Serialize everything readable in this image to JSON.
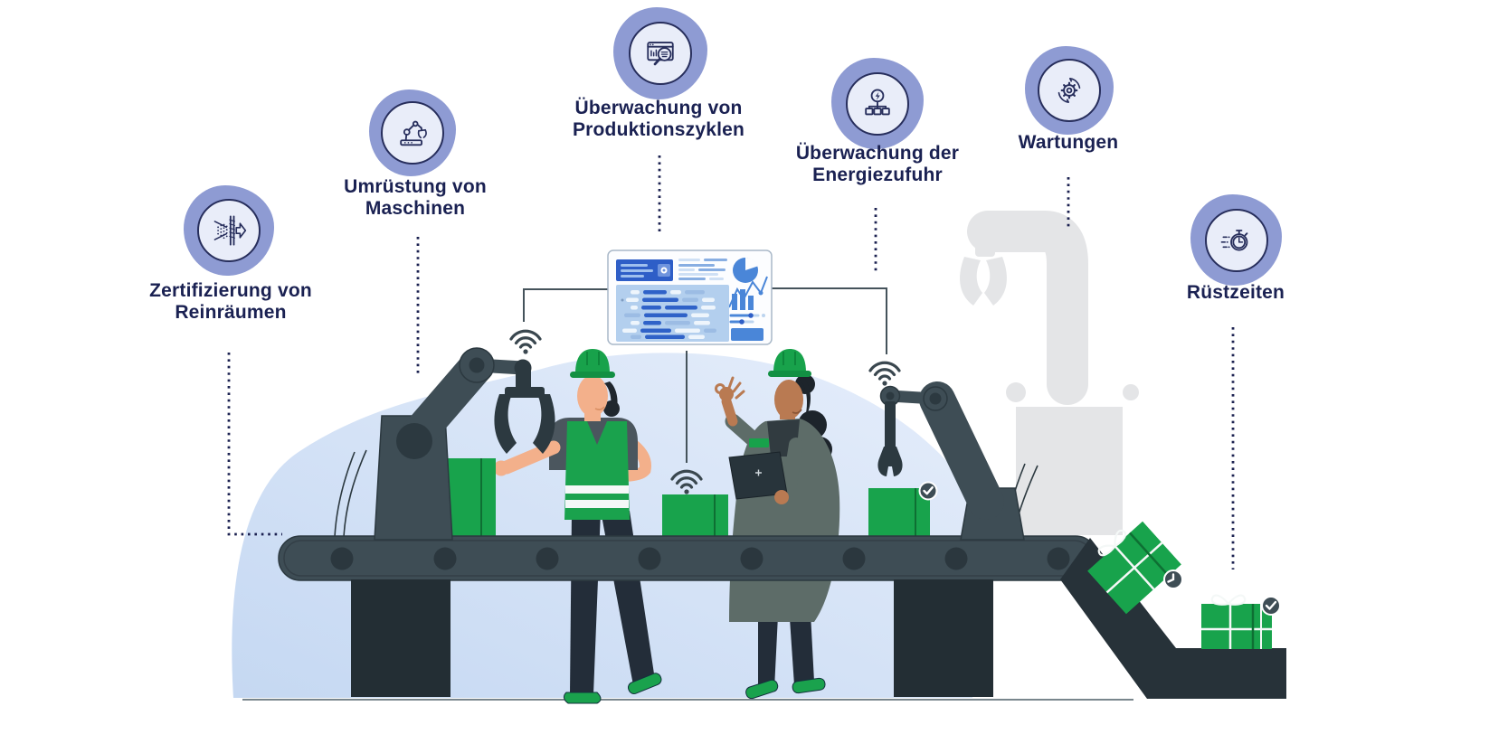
{
  "diagram": {
    "title_hidden": "",
    "items": [
      {
        "id": "zertifizierung",
        "label": "Zertifizierung von\nReinräumen",
        "icon": "air-filter-icon"
      },
      {
        "id": "umruestung",
        "label": "Umrüstung von\nMaschinen",
        "icon": "robot-arm-icon"
      },
      {
        "id": "produktionszyklen",
        "label": "Überwachung von\nProduktionszyklen",
        "icon": "monitor-magnifier-icon"
      },
      {
        "id": "energiezufuhr",
        "label": "Überwachung der\nEnergiezufuhr",
        "icon": "energy-network-icon"
      },
      {
        "id": "wartungen",
        "label": "Wartungen",
        "icon": "gear-sync-icon"
      },
      {
        "id": "ruestzeiten",
        "label": "Rüstzeiten",
        "icon": "stopwatch-icon"
      }
    ]
  },
  "theme": {
    "navy": "#1a2152",
    "lavender": "#8e9bd3",
    "badge-inner": "#e9edf9",
    "green": "#18a34c",
    "slate": "#3e4d55",
    "slate-dark": "#2c3940"
  }
}
